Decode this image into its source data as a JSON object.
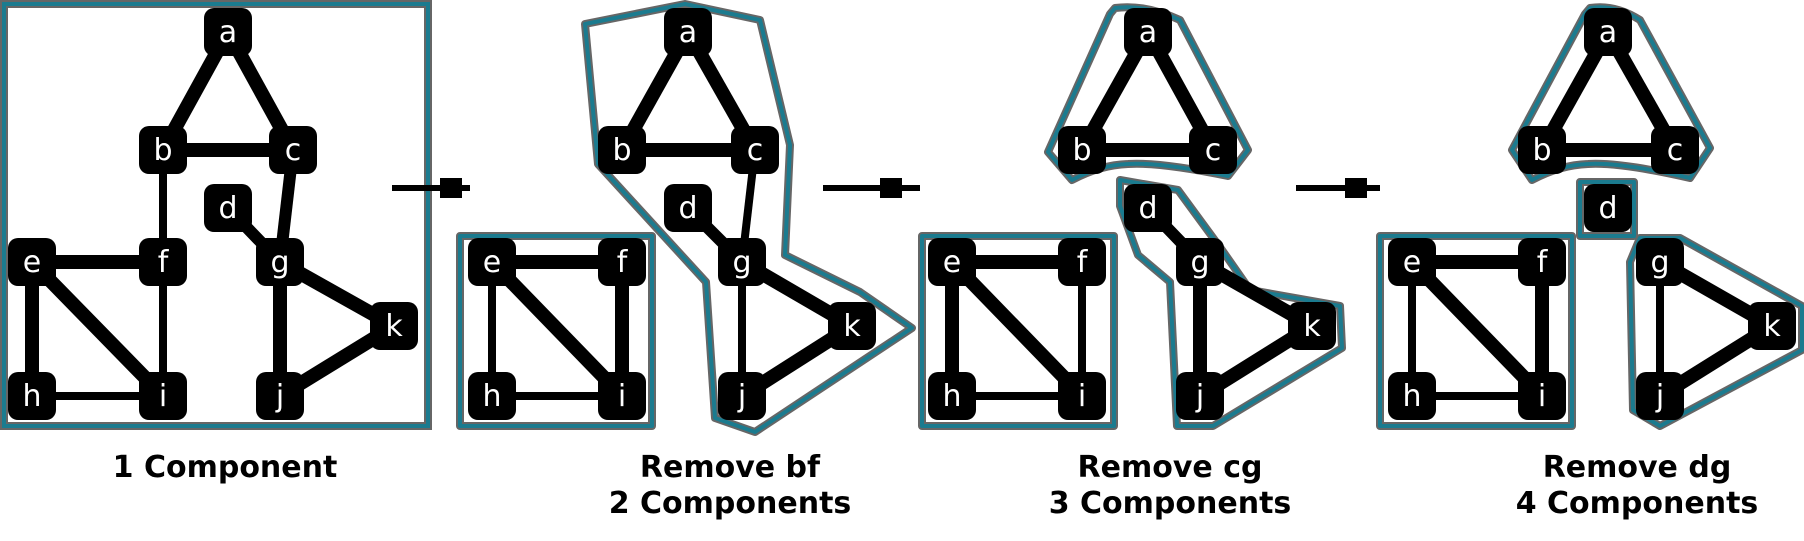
{
  "colors": {
    "boundary": "#1b7b8f",
    "boundary_outline": "#666666",
    "node": "#000000",
    "node_text": "#ffffff"
  },
  "panels": [
    {
      "caption_line1": "1 Component",
      "caption_line2": ""
    },
    {
      "caption_line1": "Remove bf",
      "caption_line2": "2 Components"
    },
    {
      "caption_line1": "Remove cg",
      "caption_line2": "3 Components"
    },
    {
      "caption_line1": "Remove dg",
      "caption_line2": "4 Components"
    }
  ],
  "nodes": [
    "a",
    "b",
    "c",
    "d",
    "e",
    "f",
    "g",
    "h",
    "i",
    "j",
    "k"
  ],
  "edges_initial": [
    [
      "a",
      "b"
    ],
    [
      "a",
      "c"
    ],
    [
      "b",
      "c"
    ],
    [
      "b",
      "f"
    ],
    [
      "c",
      "g"
    ],
    [
      "d",
      "g"
    ],
    [
      "e",
      "f"
    ],
    [
      "e",
      "h"
    ],
    [
      "e",
      "i"
    ],
    [
      "f",
      "i"
    ],
    [
      "h",
      "i"
    ],
    [
      "g",
      "j"
    ],
    [
      "g",
      "k"
    ],
    [
      "j",
      "k"
    ]
  ]
}
